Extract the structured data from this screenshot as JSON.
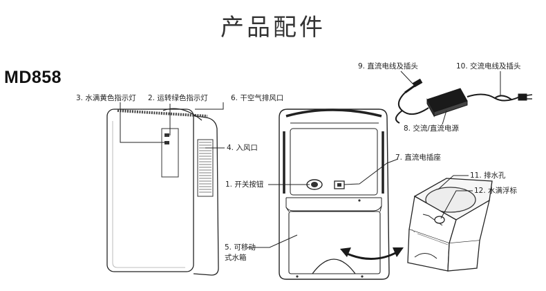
{
  "title": "产品配件",
  "model": "MD858",
  "labels": {
    "l1": "1. 开关按钮",
    "l2": "2. 运转绿色指示灯",
    "l3": "3. 水满黄色指示灯",
    "l4": "4. 入风口",
    "l5a": "5. 可移动",
    "l5b": "式水箱",
    "l6": "6. 干空气排风口",
    "l7": "7. 直流电插座",
    "l8": "8. 交流/直流电源",
    "l9": "9. 直流电线及插头",
    "l10": "10. 交流电线及插头",
    "l11": "11. 排水孔",
    "l12": "12. 水满浮标"
  },
  "colors": {
    "line": "#222222",
    "grille": "#555555",
    "accent": "#2e7d32",
    "adapter": "#1a1a1a"
  }
}
